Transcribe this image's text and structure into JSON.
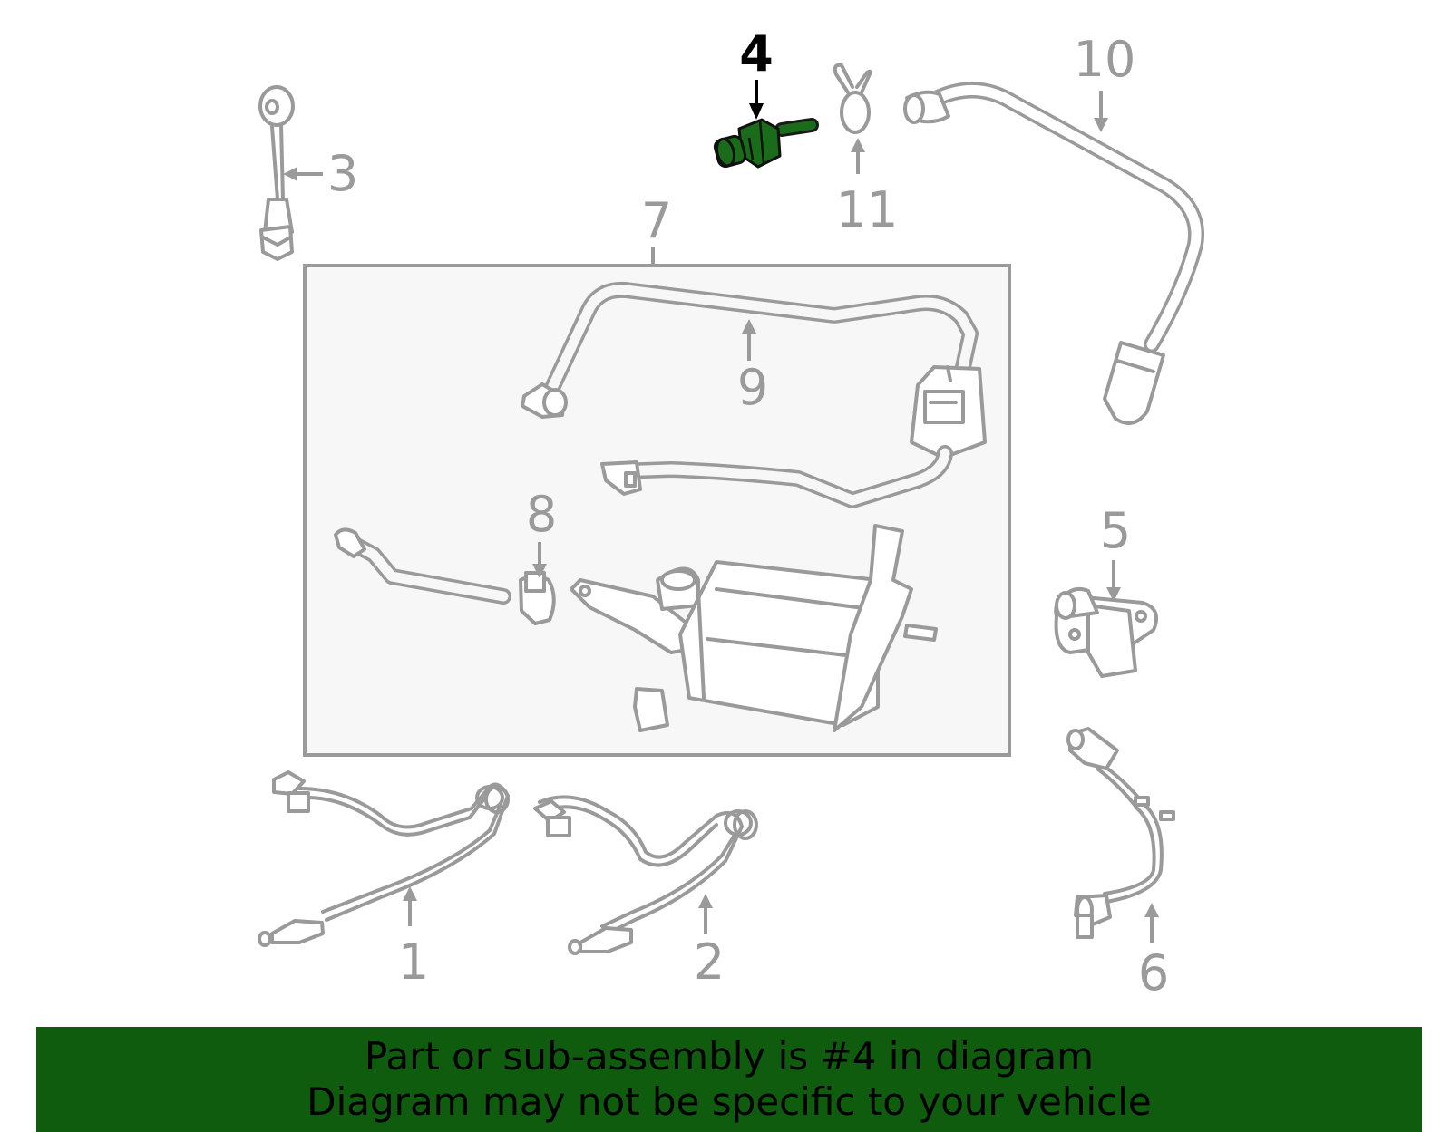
{
  "callouts": [
    {
      "id": "1",
      "label": "1"
    },
    {
      "id": "2",
      "label": "2"
    },
    {
      "id": "3",
      "label": "3"
    },
    {
      "id": "4",
      "label": "4"
    },
    {
      "id": "5",
      "label": "5"
    },
    {
      "id": "6",
      "label": "6"
    },
    {
      "id": "7",
      "label": "7"
    },
    {
      "id": "8",
      "label": "8"
    },
    {
      "id": "9",
      "label": "9"
    },
    {
      "id": "10",
      "label": "10"
    },
    {
      "id": "11",
      "label": "11"
    }
  ],
  "highlighted_part": "4",
  "colors": {
    "highlight": "#1a6b1a",
    "line": "#9a9a9a",
    "banner": "#0f5c0f",
    "inset_bg": "#f7f7f7"
  },
  "banner": {
    "line1": "Part or sub-assembly is #4 in diagram",
    "line2": "Diagram may not be specific to your vehicle"
  }
}
